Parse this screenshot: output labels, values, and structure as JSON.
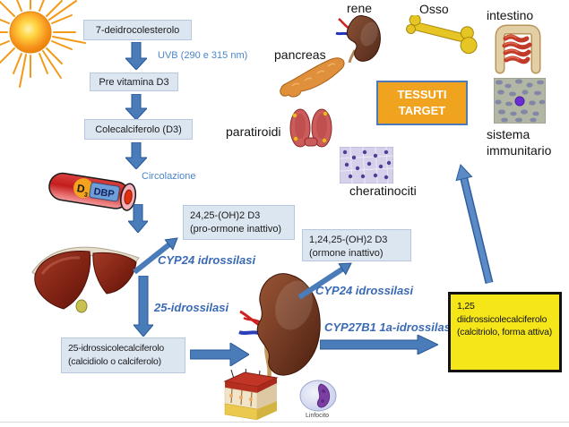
{
  "flow": {
    "box_7dhc": "7-deidrocolesterolo",
    "label_uvb": "UVB (290 e 315 nm)",
    "box_previt": "Pre vitamina D3",
    "box_colecal": "Colecalciferolo (D3)",
    "label_circolazione": "Circolazione",
    "vessel": {
      "d": "D",
      "d_sub": "3",
      "dbp": "DBP"
    },
    "box_2425_line1": "24,25-(OH)2 D3",
    "box_2425_line2": "(pro-ormone inattivo)",
    "label_cyp24_liver": "CYP24 idrossilasi",
    "label_25_idrossilasi": "25-idrossilasi",
    "box_25oh_line1": "25-idrossicolecalciferolo",
    "box_25oh_line2": "(calcidiolo o calciferolo)",
    "box_12425_line1": "1,24,25-(OH)2 D3",
    "box_12425_line2": "(ormone inattivo)",
    "label_cyp24_kidney": "CYP24 idrossilasi",
    "label_cyp27b1": "CYP27B1 1a-idrossilasi",
    "box_calcitriol": "1,25 diidrossicolecalciferolo (calcitriolo, forma attiva)",
    "box_target_line1": "TESSUTI",
    "box_target_line2": "TARGET"
  },
  "organs": {
    "rene": "rene",
    "osso": "Osso",
    "intestino": "intestino",
    "pancreas": "pancreas",
    "paratiroidi": "paratiroidi",
    "cheratinociti": "cheratinociti",
    "sistema_line1": "sistema",
    "sistema_line2": "immunitario",
    "linfocito": "Linfocito"
  },
  "colors": {
    "arrow_fill": "#4a7cba",
    "arrow_stroke": "#2a5696",
    "flow_box_fill": "#dce6f1",
    "enzyme_text": "#3a6ab5",
    "target_fill": "#f0a31e",
    "active_fill": "#f5e61a"
  }
}
